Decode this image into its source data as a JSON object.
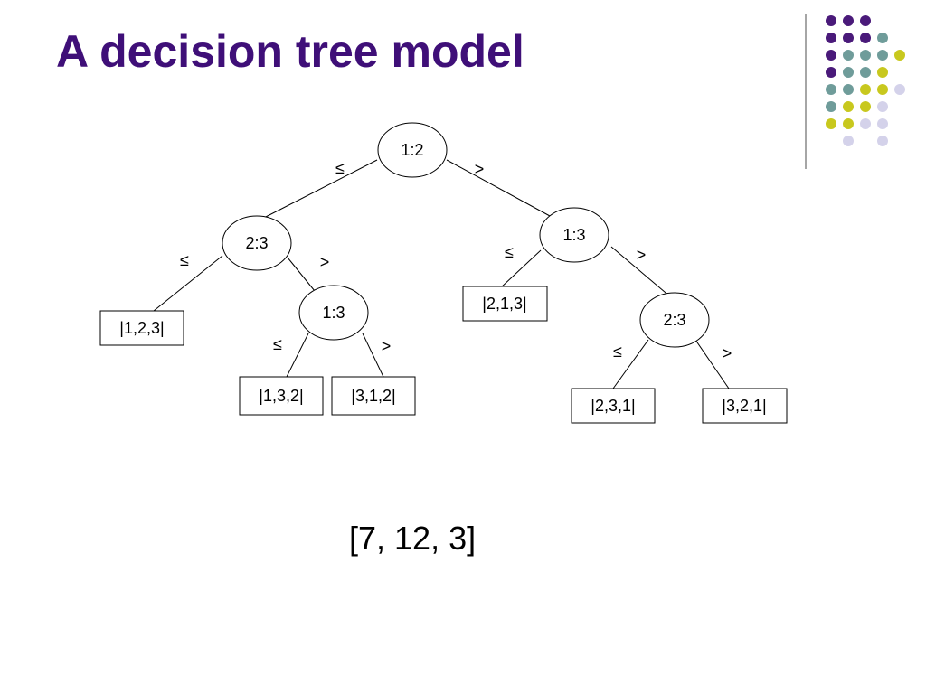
{
  "slide": {
    "title": "A decision tree model",
    "example": "[7, 12, 3]"
  },
  "colors": {
    "title": "#3f0f78",
    "dot_purple": "#4a1a7a",
    "dot_teal": "#6f9c9a",
    "dot_olive": "#c8c81e",
    "dot_lavender": "#d4d2ea",
    "divider": "#888888"
  },
  "tree": {
    "nodes": [
      {
        "id": "n-root",
        "label": "1:2"
      },
      {
        "id": "n-l",
        "label": "2:3"
      },
      {
        "id": "n-r",
        "label": "1:3"
      },
      {
        "id": "n-lr",
        "label": "1:3"
      },
      {
        "id": "n-rr",
        "label": "2:3"
      }
    ],
    "leaves": [
      {
        "id": "leaf-123",
        "label": "|1,2,3|"
      },
      {
        "id": "leaf-132",
        "label": "|1,3,2|"
      },
      {
        "id": "leaf-312",
        "label": "|3,1,2|"
      },
      {
        "id": "leaf-213",
        "label": "|2,1,3|"
      },
      {
        "id": "leaf-231",
        "label": "|2,3,1|"
      },
      {
        "id": "leaf-321",
        "label": "|3,2,1|"
      }
    ],
    "edge_labels": {
      "le": "≤",
      "gt": ">"
    }
  }
}
